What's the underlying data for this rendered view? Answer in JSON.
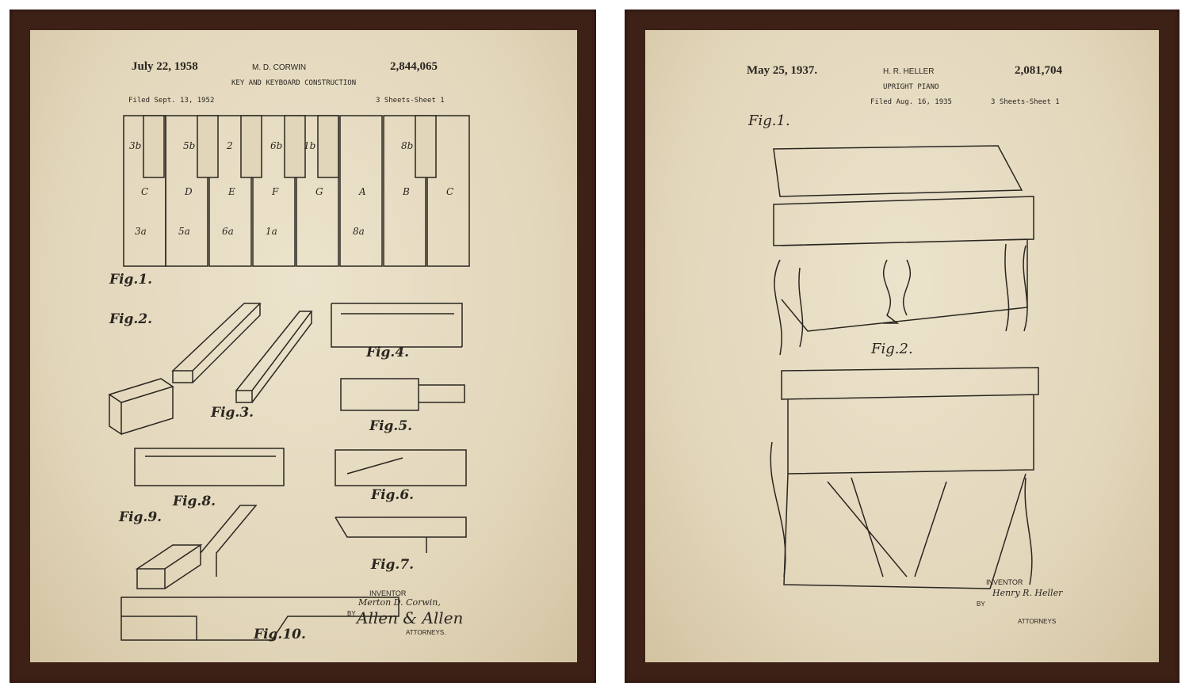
{
  "left_print": {
    "date": "July 22, 1958",
    "inventor_header": "M. D. CORWIN",
    "patent_number": "2,844,065",
    "title": "KEY AND KEYBOARD CONSTRUCTION",
    "filed": "Filed Sept. 13, 1952",
    "sheets": "3 Sheets-Sheet 1",
    "black_key_labels": [
      "3b",
      "5b",
      "2",
      "6b",
      "1b",
      "8b"
    ],
    "white_key_notes": [
      "C",
      "D",
      "E",
      "F",
      "G",
      "A",
      "B",
      "C"
    ],
    "white_key_numbers": [
      "3a",
      "5a",
      "6a",
      "1a",
      "8a"
    ],
    "figures": [
      "Fig.1.",
      "Fig.2.",
      "Fig.3.",
      "Fig.4.",
      "Fig.5.",
      "Fig.6.",
      "Fig.7.",
      "Fig.8.",
      "Fig.9.",
      "Fig.10."
    ],
    "inventor_label": "INVENTOR",
    "inventor_name": "Merton D. Corwin,",
    "by": "BY",
    "signature": "Allen & Allen",
    "attorneys": "ATTORNEYS."
  },
  "right_print": {
    "date": "May 25, 1937.",
    "inventor_header": "H. R. HELLER",
    "patent_number": "2,081,704",
    "title": "UPRIGHT PIANO",
    "filed": "Filed Aug. 16, 1935",
    "sheets": "3 Sheets-Sheet 1",
    "figures": [
      "Fig.1.",
      "Fig.2."
    ],
    "inventor_label": "INVENTOR",
    "by": "BY",
    "signature": "Henry R. Heller",
    "attorneys": "ATTORNEYS"
  },
  "colors": {
    "frame": "#3d2117",
    "paper": "#e6dcc4",
    "ink": "#2a2620"
  }
}
